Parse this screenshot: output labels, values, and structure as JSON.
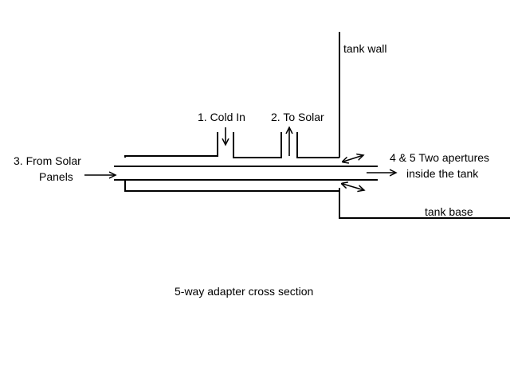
{
  "diagram": {
    "title": "5-way adapter cross section",
    "labels": {
      "tank_wall": "tank wall",
      "cold_in": "1. Cold In",
      "to_solar": "2. To Solar",
      "from_solar_line1": "3. From Solar",
      "from_solar_line2": "Panels",
      "apertures_line1": "4 & 5 Two apertures",
      "apertures_line2": "inside the tank",
      "tank_base": "tank base"
    },
    "colors": {
      "line": "#000000",
      "background": "#ffffff"
    }
  }
}
